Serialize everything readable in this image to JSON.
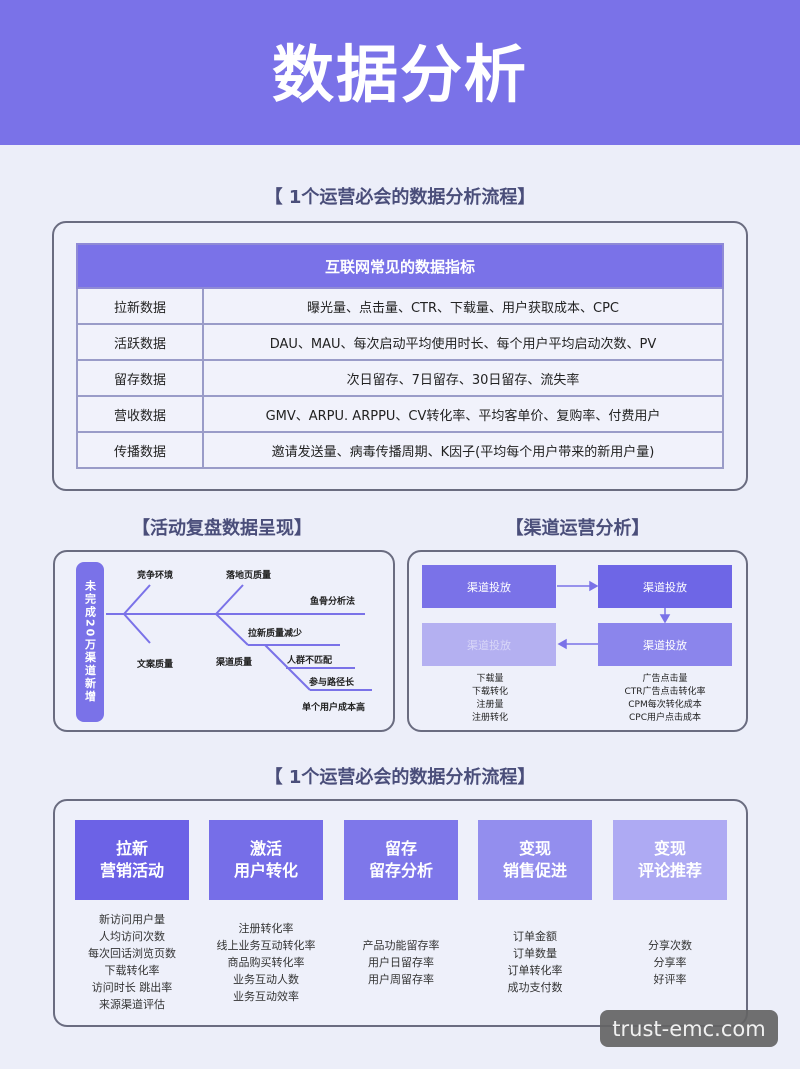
{
  "header": {
    "title": "数据分析",
    "bg_color": "#7a72e8"
  },
  "section1": {
    "title": "【 1个运营必会的数据分析流程】",
    "table": {
      "header": "互联网常见的数据指标",
      "rows": [
        {
          "category": "拉新数据",
          "metrics": "曝光量、点击量、CTR、下载量、用户获取成本、CPC"
        },
        {
          "category": "活跃数据",
          "metrics": "DAU、MAU、每次启动平均使用时长、每个用户平均启动次数、PV"
        },
        {
          "category": "留存数据",
          "metrics": "次日留存、7日留存、30日留存、流失率"
        },
        {
          "category": "营收数据",
          "metrics": "GMV、ARPU. ARPPU、CV转化率、平均客单价、复购率、付费用户"
        },
        {
          "category": "传播数据",
          "metrics": "邀请发送量、病毒传播周期、K因子(平均每个用户带来的新用户量)"
        }
      ]
    }
  },
  "section2": {
    "title": "【活动复盘数据呈现】",
    "spine_label": "未完成20万渠道新增",
    "labels": {
      "competition": "竞争环境",
      "copy_quality": "文案质量",
      "landing_quality": "落地页质量",
      "fishbone_method": "鱼骨分析法",
      "acquisition_drop": "拉新质量减少",
      "channel_quality": "渠道质量",
      "audience_mismatch": "人群不匹配",
      "long_path": "参与路径长",
      "high_cost": "单个用户成本高"
    }
  },
  "section3": {
    "title": "【渠道运营分析】",
    "boxes": [
      "渠道投放",
      "渠道投放",
      "渠道投放",
      "渠道投放"
    ],
    "left_metrics": [
      "下载量",
      "下载转化",
      "注册量",
      "注册转化"
    ],
    "right_metrics": [
      "广告点击量",
      "CTR广告点击转化率",
      "CPM每次转化成本",
      "CPC用户点击成本"
    ]
  },
  "section4": {
    "title": "【 1个运营必会的数据分析流程】",
    "steps": [
      {
        "line1": "拉新",
        "line2": "营销活动",
        "color": "#6c62e6",
        "metrics": [
          "新访问用户量",
          "人均访问次数",
          "每次回话浏览页数",
          "下载转化率",
          "访问时长 跳出率",
          "来源渠道评估"
        ]
      },
      {
        "line1": "激活",
        "line2": "用户转化",
        "color": "#766ee8",
        "metrics": [
          "注册转化率",
          "线上业务互动转化率",
          "商品购买转化率",
          "业务互动人数",
          "业务互动效率"
        ]
      },
      {
        "line1": "留存",
        "line2": "留存分析",
        "color": "#7e77ea",
        "metrics": [
          "产品功能留存率",
          "用户日留存率",
          "用户周留存率"
        ]
      },
      {
        "line1": "变现",
        "line2": "销售促进",
        "color": "#938eee",
        "metrics": [
          "订单金额",
          "订单数量",
          "订单转化率",
          "成功支付数"
        ]
      },
      {
        "line1": "变现",
        "line2": "评论推荐",
        "color": "#aeaaf3",
        "metrics": [
          "分享次数",
          "分享率",
          "好评率"
        ]
      }
    ]
  },
  "watermark": "trust-emc.com"
}
